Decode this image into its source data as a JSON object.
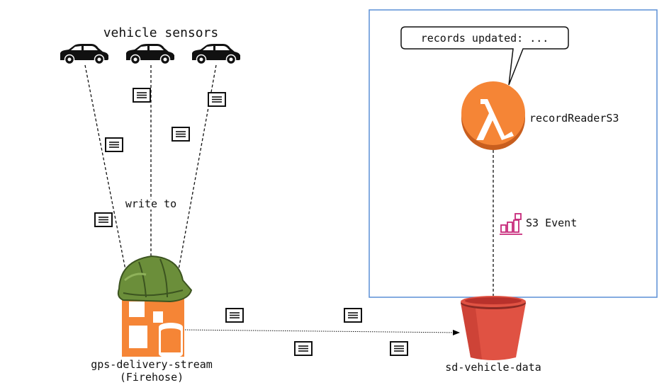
{
  "labels": {
    "vehicle_sensors": "vehicle sensors",
    "write_to": "write to",
    "speech_bubble": "records updated: ...",
    "lambda_name": "recordReaderS3",
    "s3_event": "S3 Event",
    "bucket_name": "sd-vehicle-data",
    "firehose_name": "gps-delivery-stream",
    "firehose_type": "(Firehose)"
  },
  "icons": {
    "car": "car-icon",
    "document": "document-icon",
    "lambda": "lambda-icon",
    "firehose": "firehose-icon",
    "hard_hat": "hard-hat-icon",
    "s3_bucket": "s3-bucket-icon",
    "s3_event": "s3-event-icon"
  },
  "colors": {
    "group_border": "#5a8fd6",
    "aws_orange": "#f58536",
    "bucket_red": "#e05243",
    "hard_hat_green": "#6b8e3a",
    "event_pink": "#c7287a"
  }
}
